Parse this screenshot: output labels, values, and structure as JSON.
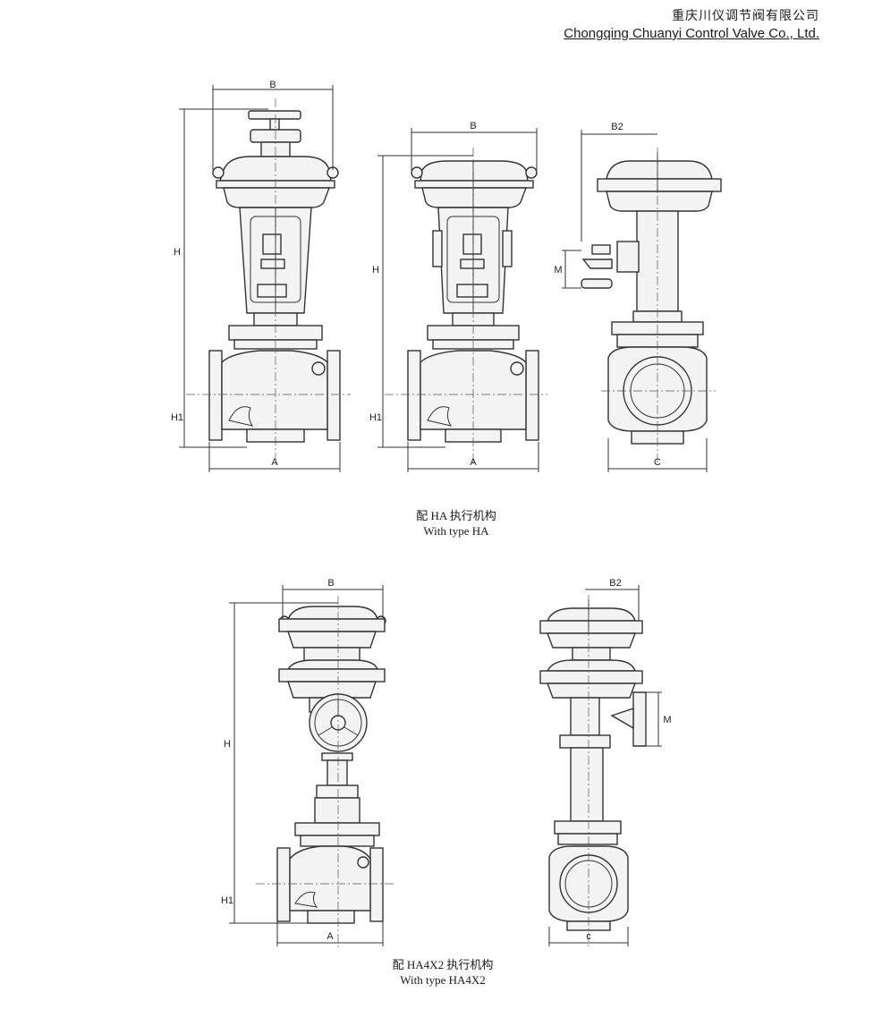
{
  "header": {
    "company_cn": "重庆川仪调节阀有限公司",
    "company_en": "Chongqing  Chuanyi  Control  Valve  Co.,  Ltd."
  },
  "captions": {
    "ha_cn": "配 HA 执行机构",
    "ha_en": "With type HA",
    "ha4x2_cn": "配 HA4X2 执行机构",
    "ha4x2_en": "With type HA4X2"
  },
  "dimension_labels": {
    "A": "A",
    "B": "B",
    "B2": "B2",
    "C": "C",
    "c_small": "c",
    "H": "H",
    "H1": "H1",
    "M": "M"
  },
  "colors": {
    "line": "#333333",
    "fill": "#f2f2f2"
  }
}
